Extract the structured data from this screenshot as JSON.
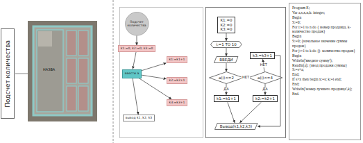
{
  "diagram": {
    "nodes": [
      {
        "text": [
          "Подсчет количества"
        ]
      },
      {
        "text": [
          "Подсчет количества"
        ]
      },
      {
        "text": [
          "k1:=0, k2:=0, k3:=0"
        ]
      },
      {
        "text": [
          "ввести a"
        ]
      },
      {
        "text": [
          "k1:=k1+1"
        ]
      },
      {
        "text": [
          "k2:=k2+1"
        ]
      },
      {
        "text": [
          "k3:=k3+1"
        ]
      },
      {
        "text": [
          "вывод k1, k2, k3"
        ]
      },
      {
        "text": [
          "K1:=0",
          "K2:=0",
          "K3:=0"
        ]
      },
      {
        "text": [
          "i:=1 TO 10"
        ]
      },
      {
        "text": [
          "ВВЕДИ"
        ]
      },
      {
        "text": [
          "a(i)<=2"
        ]
      },
      {
        "text": [
          "k1:=k1+1"
        ]
      },
      {
        "text": [
          "a(i)<=4"
        ]
      },
      {
        "text": [
          "k2:=k2+1"
        ]
      },
      {
        "text": [
          "k3:=k3+1"
        ]
      },
      {
        "text": [
          "Вывод(k1,k2,k3)"
        ]
      },
      {
        "text": [
          "Program E;",
          "Var a,s,x,n,k: integer;",
          "Begin",
          "S:=0;",
          "For i:=1 to n do { номер продавца, k-количество продаж}",
          "Begin",
          "S:=0; {начальное значение суммы продаж}",
          "For j:=1 to k do {j- количество продаж}",
          "Begin",
          "Writeln('введите сумму');",
          "Readln(a); {ввод продажи суммы}",
          "S:=s+a;",
          "End;",
          "If s>x then begin x:=s; k:=i end;",
          "End;",
          "Writeln('номер лучшего продавца',k);",
          "End."
        ]
      }
    ],
    "edges": [
      {
        "from": 1,
        "to": 2,
        "arrow": "to"
      },
      {
        "from": 2,
        "to": 3,
        "arrow": "to"
      },
      {
        "from": 3,
        "to": 4,
        "arrow": "to"
      },
      {
        "from": 3,
        "to": 5,
        "arrow": "to"
      },
      {
        "from": 3,
        "to": 6,
        "arrow": "to"
      },
      {
        "from": 3,
        "to": 7,
        "arrow": "to"
      },
      {
        "from": 8,
        "to": 9,
        "arrow": "to"
      },
      {
        "from": 9,
        "to": 10,
        "arrow": "to"
      },
      {
        "from": 10,
        "to": 11,
        "arrow": "to"
      },
      {
        "from": 11,
        "to": 12,
        "label": "ДА",
        "arrow": "to"
      },
      {
        "from": 11,
        "to": 13,
        "label": "НЕТ",
        "arrow": "to"
      },
      {
        "from": 13,
        "to": 14,
        "label": "ДА",
        "arrow": "to"
      },
      {
        "from": 13,
        "to": 15,
        "label": "НЕТ",
        "arrow": "to"
      },
      {
        "from": 12,
        "to": 16,
        "arrow": "to"
      },
      {
        "from": 14,
        "to": 16,
        "arrow": "to"
      },
      {
        "from": 15,
        "to": 16,
        "arrow": "to"
      }
    ],
    "labels": [
      "НАЗВА"
    ]
  }
}
